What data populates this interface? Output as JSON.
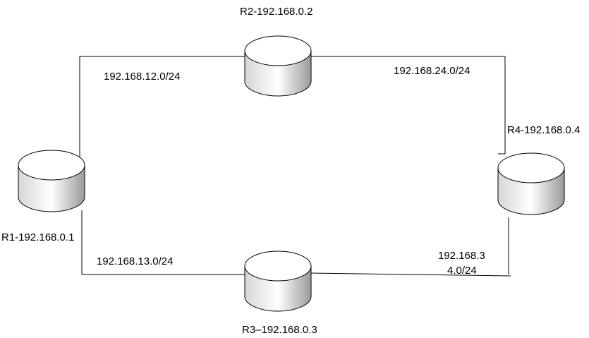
{
  "routers": {
    "r1": {
      "label": "R1-192.168.0.1",
      "icon": "router-icon"
    },
    "r2": {
      "label": "R2-192.168.0.2",
      "icon": "router-icon"
    },
    "r3": {
      "label": "R3–192.168.0.3",
      "icon": "router-icon"
    },
    "r4": {
      "label": "R4-192.168.0.4",
      "icon": "router-icon"
    }
  },
  "links": {
    "r1_r2": {
      "label": "192.168.12.0/24"
    },
    "r2_r4": {
      "label": "192.168.24.0/24"
    },
    "r1_r3": {
      "label": "192.168.13.0/24"
    },
    "r3_r4": {
      "label_line1": "192.168.3",
      "label_line2": "4.0/24"
    }
  },
  "colors": {
    "line": "#000000",
    "router_top": "#ffffff",
    "router_side_light": "#ffffff",
    "router_side_dark": "#9a9a9a"
  }
}
